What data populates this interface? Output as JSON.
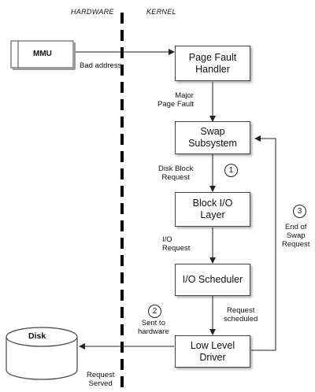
{
  "headers": {
    "hardware": "HARDWARE",
    "kernel": "KERNEL"
  },
  "components": {
    "mmu": "MMU",
    "disk": "Disk",
    "page_fault_handler": [
      "Page Fault",
      "Handler"
    ],
    "swap_subsystem": [
      "Swap",
      "Subsystem"
    ],
    "block_io_layer": [
      "Block I/O",
      "Layer"
    ],
    "io_scheduler": "I/O Scheduler",
    "low_level_driver": [
      "Low Level",
      "Driver"
    ]
  },
  "edge_labels": {
    "bad_address": "Bad address",
    "major_page_fault": [
      "Major",
      "Page Fault"
    ],
    "disk_block_request": [
      "Disk Block",
      "Request"
    ],
    "io_request": [
      "I/O",
      "Request"
    ],
    "request_scheduled": [
      "Request",
      "scheduled"
    ],
    "sent_to_hardware": [
      "Sent to",
      "hardware"
    ],
    "request_served": [
      "Request",
      "Served"
    ],
    "end_of_swap_request": [
      "End of",
      "Swap",
      "Request"
    ]
  },
  "steps": {
    "one": "1",
    "two": "2",
    "three": "3"
  }
}
